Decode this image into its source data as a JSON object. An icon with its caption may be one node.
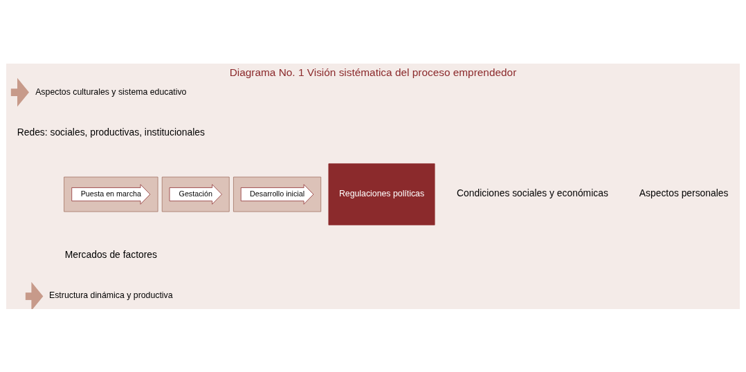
{
  "diagram": {
    "title": "Diagrama No. 1 Visión sistématica del proceso emprendedor",
    "nodes": [
      {
        "text": [
          "Aspectos culturales y sistema educativo"
        ]
      },
      {
        "text": [],
        "shape": "box"
      },
      {
        "text": [
          "Gestación"
        ],
        "in": 1
      },
      {
        "text": [],
        "shape": "box"
      },
      {
        "text": [
          "Puesta en marcha"
        ],
        "in": 3
      },
      {
        "text": [],
        "shape": "box"
      },
      {
        "text": [
          "Desarrollo inicial"
        ],
        "in": 5
      },
      {
        "text": [
          "Regulaciones políticas"
        ]
      },
      {
        "text": [
          "Estructura dinámica y productiva"
        ]
      }
    ],
    "edges": [
      {
        "from": null,
        "to": 0,
        "arrow": "to"
      },
      {
        "from": null,
        "to": 8,
        "arrow": "to"
      }
    ],
    "labels": [
      "Redes: sociales, productivas, institucionales",
      "Condiciones sociales y económicas",
      "Aspectos personales",
      "Mercados de factores"
    ]
  }
}
